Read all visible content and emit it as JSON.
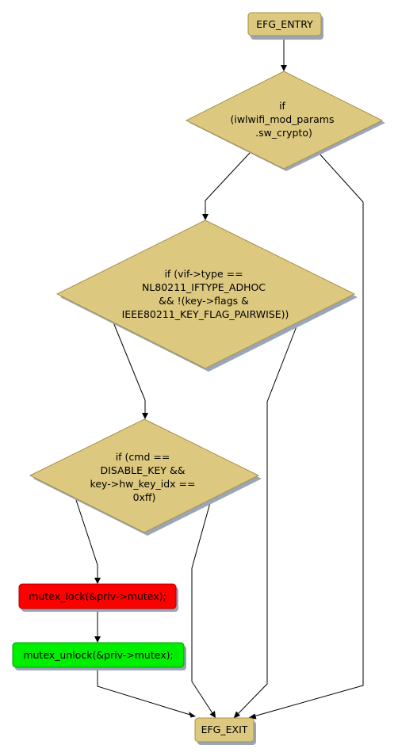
{
  "colors": {
    "decision": "#ddc87f",
    "decision_stroke": "#a8904a",
    "terminal": "#ddc87f",
    "lock": "#ff0000",
    "unlock": "#00ee00",
    "shadow": "#9aa6b8",
    "edge": "#000000"
  },
  "nodes": {
    "entry": {
      "label": "EFG_ENTRY"
    },
    "cond1": {
      "lines": [
        "if",
        "(iwlwifi_mod_params",
        ".sw_crypto)"
      ]
    },
    "cond2": {
      "lines": [
        "if (vif->type ==",
        "NL80211_IFTYPE_ADHOC",
        "&& !(key->flags &",
        "IEEE80211_KEY_FLAG_PAIRWISE))"
      ]
    },
    "cond3": {
      "lines": [
        "if (cmd ==",
        "DISABLE_KEY &&",
        "key->hw_key_idx ==",
        "0xff)"
      ]
    },
    "lock": {
      "label": "mutex_lock(&priv->mutex);"
    },
    "unlock": {
      "label": "mutex_unlock(&priv->mutex);"
    },
    "exit": {
      "label": "EFG_EXIT"
    }
  }
}
